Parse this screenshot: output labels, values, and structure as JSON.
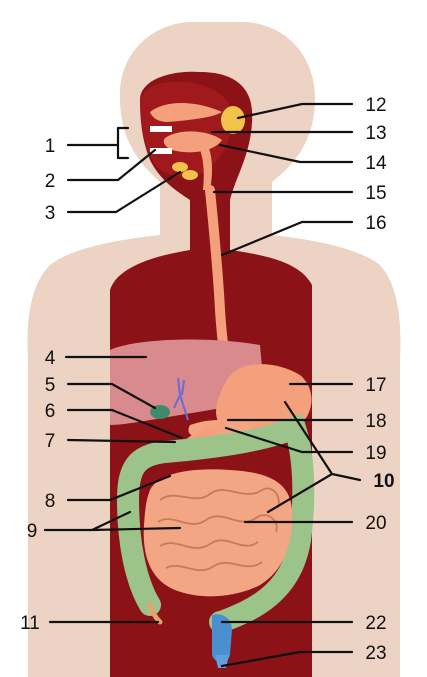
{
  "diagram": {
    "labels": [
      {
        "id": "1",
        "text": "1"
      },
      {
        "id": "2",
        "text": "2"
      },
      {
        "id": "3",
        "text": "3"
      },
      {
        "id": "4",
        "text": "4"
      },
      {
        "id": "5",
        "text": "5"
      },
      {
        "id": "6",
        "text": "6"
      },
      {
        "id": "7",
        "text": "7"
      },
      {
        "id": "8",
        "text": "8"
      },
      {
        "id": "9",
        "text": "9"
      },
      {
        "id": "10",
        "text": "10",
        "bold": true
      },
      {
        "id": "11",
        "text": "11"
      },
      {
        "id": "12",
        "text": "12"
      },
      {
        "id": "13",
        "text": "13"
      },
      {
        "id": "14",
        "text": "14"
      },
      {
        "id": "15",
        "text": "15"
      },
      {
        "id": "16",
        "text": "16"
      },
      {
        "id": "17",
        "text": "17"
      },
      {
        "id": "18",
        "text": "18"
      },
      {
        "id": "19",
        "text": "19"
      },
      {
        "id": "20",
        "text": "20"
      },
      {
        "id": "22",
        "text": "22"
      },
      {
        "id": "23",
        "text": "23"
      }
    ],
    "colors": {
      "skin": "#ecd3c4",
      "cavity": "#8b1216",
      "liver": "#d98a8c",
      "esophagus": "#f4a07c",
      "small_intestine": "#f3a684",
      "large_intestine": "#9cc48a",
      "gland": "#f3c24a",
      "gallbladder": "#3e8a6a"
    }
  }
}
